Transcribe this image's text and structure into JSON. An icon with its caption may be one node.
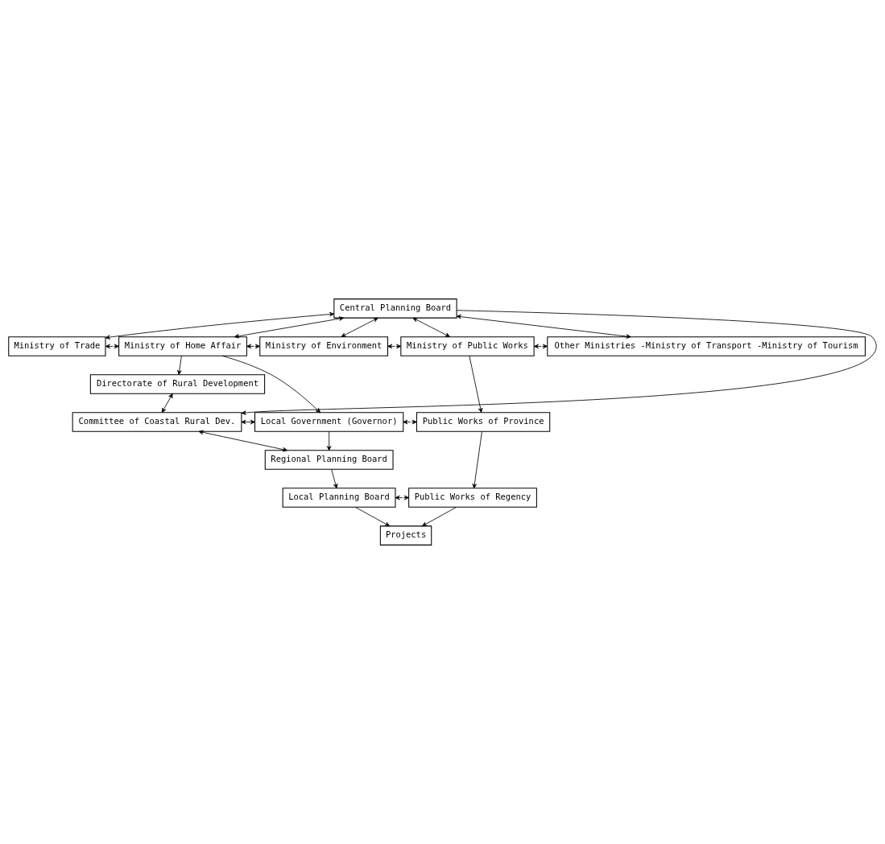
{
  "diagram": {
    "nodes": [
      {
        "text": [
          "Central Planning Board"
        ]
      },
      {
        "text": [
          "Ministry of Trade"
        ]
      },
      {
        "text": [
          "Ministry of Home Affair"
        ]
      },
      {
        "text": [
          "Ministry of Environment"
        ]
      },
      {
        "text": [
          "Ministry of Public Works"
        ]
      },
      {
        "text": [
          "Other Ministries -Ministry of Transport -Ministry of Tourism"
        ]
      },
      {
        "text": [
          "Directorate of Rural Development"
        ]
      },
      {
        "text": [
          "Committee of Coastal Rural Dev."
        ]
      },
      {
        "text": [
          "Local Government (Governor)"
        ]
      },
      {
        "text": [
          "Public Works of Province"
        ]
      },
      {
        "text": [
          "Regional Planning Board"
        ]
      },
      {
        "text": [
          "Local Planning Board"
        ]
      },
      {
        "text": [
          "Public Works of Regency"
        ]
      },
      {
        "text": [
          "Projects"
        ]
      }
    ],
    "edges": [
      {
        "from": 0,
        "to": 1,
        "arrow": "both"
      },
      {
        "from": 0,
        "to": 2,
        "arrow": "both"
      },
      {
        "from": 0,
        "to": 3,
        "arrow": "both"
      },
      {
        "from": 0,
        "to": 4,
        "arrow": "both"
      },
      {
        "from": 0,
        "to": 5,
        "arrow": "both"
      },
      {
        "from": 1,
        "to": 2,
        "arrow": "both",
        "style": "dashed"
      },
      {
        "from": 2,
        "to": 3,
        "arrow": "both",
        "style": "dashed"
      },
      {
        "from": 3,
        "to": 4,
        "arrow": "both",
        "style": "dashed"
      },
      {
        "from": 4,
        "to": 5,
        "arrow": "both",
        "style": "dashed"
      },
      {
        "from": 2,
        "to": 6,
        "arrow": "to"
      },
      {
        "from": 2,
        "to": 8,
        "arrow": "to"
      },
      {
        "from": 6,
        "to": 7,
        "arrow": "both"
      },
      {
        "from": 0,
        "to": 7,
        "arrow": "to"
      },
      {
        "from": 7,
        "to": 8,
        "arrow": "both"
      },
      {
        "from": 8,
        "to": 9,
        "arrow": "both",
        "style": "dashed"
      },
      {
        "from": 4,
        "to": 9,
        "arrow": "to"
      },
      {
        "from": 7,
        "to": 10,
        "arrow": "both"
      },
      {
        "from": 8,
        "to": 10,
        "arrow": "to"
      },
      {
        "from": 10,
        "to": 11,
        "arrow": "to"
      },
      {
        "from": 11,
        "to": 12,
        "arrow": "both",
        "style": "dashed"
      },
      {
        "from": 9,
        "to": 12,
        "arrow": "to"
      },
      {
        "from": 11,
        "to": 13,
        "arrow": "to"
      },
      {
        "from": 12,
        "to": 13,
        "arrow": "to"
      }
    ]
  }
}
